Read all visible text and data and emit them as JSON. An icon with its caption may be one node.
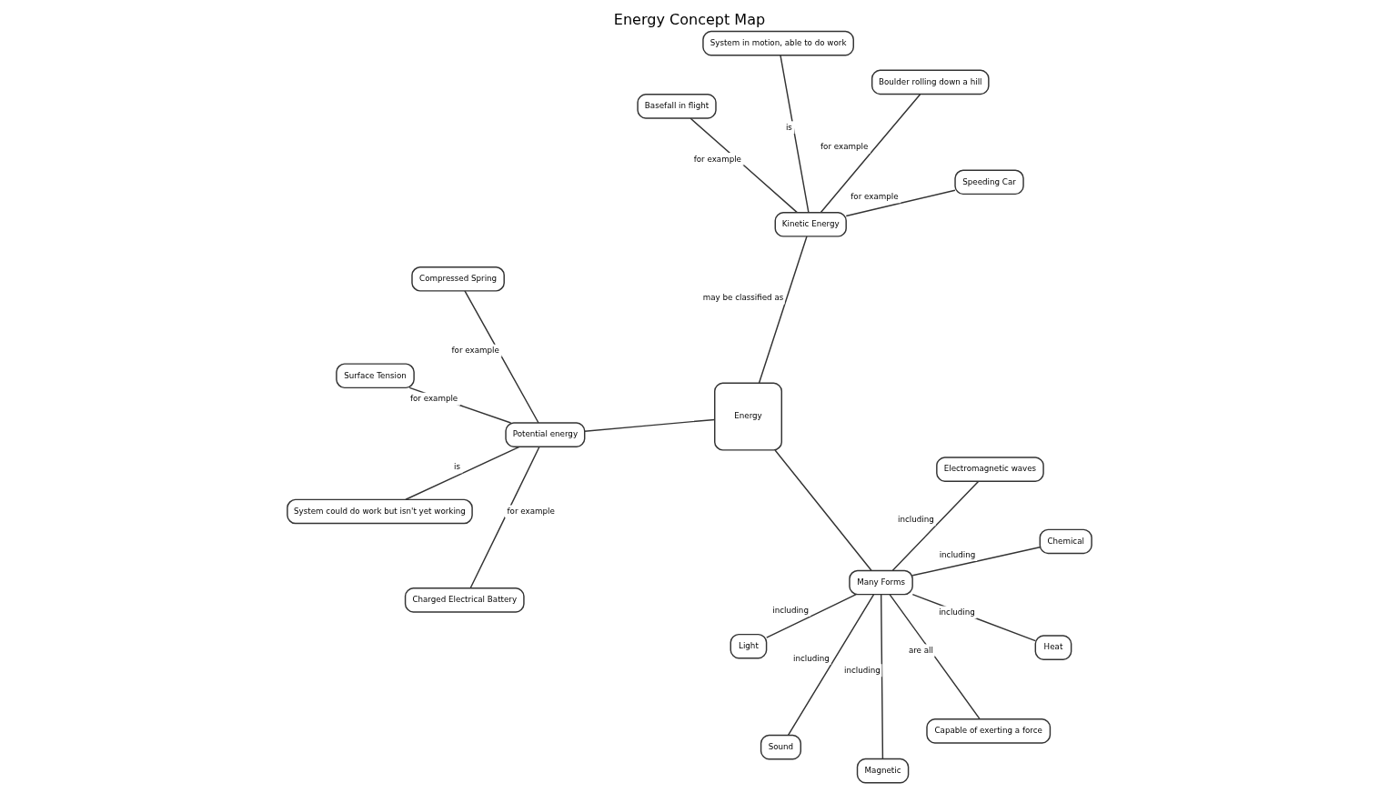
{
  "diagram": {
    "title": "Energy Concept Map",
    "nodes": [
      {
        "text": [
          "Energy"
        ]
      },
      {
        "text": [
          "Many Forms"
        ]
      },
      {
        "text": [
          "Capable of exerting a force"
        ]
      },
      {
        "text": [
          "Electromagnetic waves"
        ]
      },
      {
        "text": [
          "Chemical"
        ]
      },
      {
        "text": [
          "Light"
        ]
      },
      {
        "text": [
          "Sound"
        ]
      },
      {
        "text": [
          "Heat"
        ]
      },
      {
        "text": [
          "Magnetic"
        ]
      },
      {
        "text": [
          "Kinetic Energy"
        ]
      },
      {
        "text": [
          "Potential energy"
        ]
      },
      {
        "text": [
          "Basefall in flight"
        ]
      },
      {
        "text": [
          "Speeding Car"
        ]
      },
      {
        "text": [
          "Boulder rolling down a hill"
        ]
      },
      {
        "text": [
          "System in motion, able to do work"
        ]
      },
      {
        "text": [
          "System could do work but isn't yet working"
        ]
      },
      {
        "text": [
          "Charged Electrical Battery"
        ]
      },
      {
        "text": [
          "Compressed Spring"
        ]
      },
      {
        "text": [
          "Surface Tension"
        ]
      }
    ],
    "edges": [
      {
        "from": 0,
        "to": 1,
        "arrow": "none"
      },
      {
        "from": 1,
        "to": 2,
        "arrow": "none",
        "label": "are all"
      },
      {
        "from": 1,
        "to": 3,
        "arrow": "none",
        "label": "including"
      },
      {
        "from": 1,
        "to": 4,
        "arrow": "none",
        "label": "including"
      },
      {
        "from": 1,
        "to": 5,
        "arrow": "none",
        "label": "including"
      },
      {
        "from": 1,
        "to": 6,
        "arrow": "none",
        "label": "including"
      },
      {
        "from": 1,
        "to": 7,
        "arrow": "none",
        "label": "including"
      },
      {
        "from": 1,
        "to": 8,
        "arrow": "none",
        "label": "including"
      },
      {
        "from": 0,
        "to": 9,
        "arrow": "none",
        "label": "may be classified as"
      },
      {
        "from": 0,
        "to": 10,
        "arrow": "none"
      },
      {
        "from": 9,
        "to": 11,
        "arrow": "none",
        "label": "for example"
      },
      {
        "from": 9,
        "to": 12,
        "arrow": "none",
        "label": "for example"
      },
      {
        "from": 9,
        "to": 13,
        "arrow": "none",
        "label": "for example"
      },
      {
        "from": 9,
        "to": 14,
        "arrow": "none",
        "label": "is"
      },
      {
        "from": 10,
        "to": 15,
        "arrow": "none",
        "label": "is"
      },
      {
        "from": 10,
        "to": 16,
        "arrow": "none",
        "label": "for example"
      },
      {
        "from": 10,
        "to": 17,
        "arrow": "none",
        "label": "for example"
      },
      {
        "from": 10,
        "to": 18,
        "arrow": "none",
        "label": "for example"
      }
    ]
  }
}
